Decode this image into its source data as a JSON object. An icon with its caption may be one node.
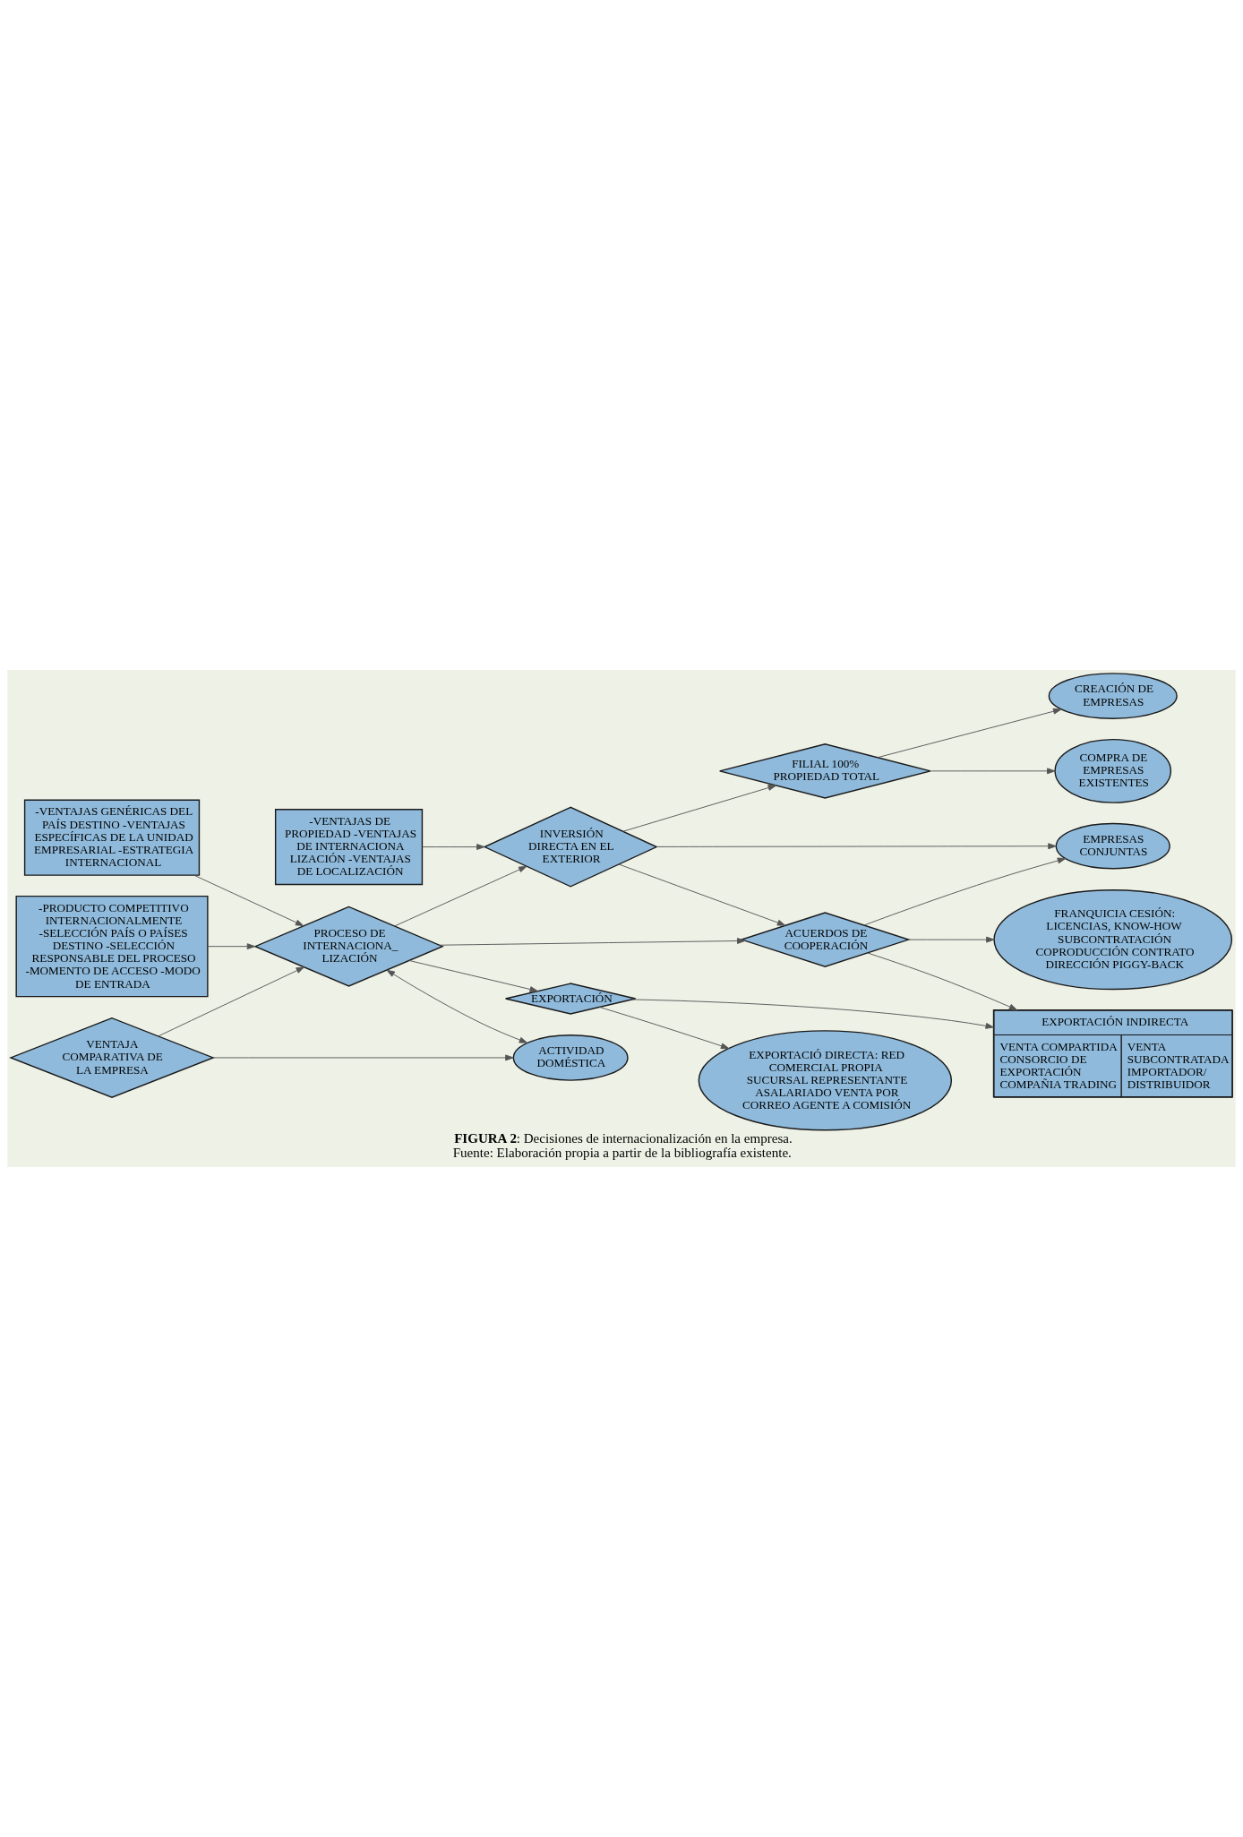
{
  "diagram": {
    "caption": "**FIGURA 2**: Decisiones de internacionalización en la empresa. Fuente: Elaboración propia a partir de la bibliografía existente.",
    "nodes": [
      {
        "text": [
          "EXPORTACIÓ DIRECTA: RED COMERCIAL PROPIA SUCURSAL REPRESENTANTE ASALARIADO VENTA POR CORREO AGENTE A COMISIÓN"
        ]
      },
      {
        "text": [
          "FRANQUICIA CESIÓN: LICENCIAS, KNOW-HOW SUBCONTRATACIÓN COPRODUCCIÓN CONTRATO DIRECCIÓN PIGGY-BACK"
        ]
      },
      {
        "text": [
          "COMPRA DE EMPRESAS EXISTENTES"
        ]
      },
      {
        "text": [
          "CREACIÓN DE EMPRESAS"
        ]
      },
      {
        "text": [
          "EXPORTACIÓN INDIRECTA",
          "VENTA COMPARTIDA CONSORCIO DE EXPORTACIÓN COMPAÑIA TRADING",
          "VENTA SUBCONTRATADA IMPORTADOR/ DISTRIBUIDOR"
        ]
      },
      {
        "text": [
          "EMPRESAS CONJUNTAS"
        ]
      },
      {
        "text": [
          "FILIAL 100% PROPIEDAD TOTAL"
        ]
      },
      {
        "text": [
          "EXPORTACIÓN"
        ]
      },
      {
        "text": [
          "ACUERDOS DE COOPERACIÓN"
        ]
      },
      {
        "text": [
          "INVERSIÓN DIRECTA EN EL EXTERIOR"
        ]
      },
      {
        "text": [
          "-VENTAJAS DE PROPIEDAD -VENTAJAS DE INTERNACIONA LIZACIÓN -VENTAJAS DE LOCALIZACIÓN"
        ]
      },
      {
        "text": [
          "-VENTAJAS GENÉRICAS DEL PAÍS DESTINO -VENTAJAS ESPECÍFICAS DE LA UNIDAD EMPRESARIAL -ESTRATEGIA INTERNACIONAL"
        ]
      },
      {
        "text": [
          "PROCESO DE INTERNACIONA_ LIZACIÓN"
        ]
      },
      {
        "text": [
          "-PRODUCTO COMPETITIVO INTERNACIONALMENTE -SELECCIÓN PAÍS O PAÍSES DESTINO -SELECCIÓN RESPONSABLE DEL PROCESO -MOMENTO DE ACCESO -MODO DE ENTRADA"
        ]
      },
      {
        "text": [
          "ACTIVIDAD DOMÉSTICA"
        ]
      },
      {
        "text": [
          "VENTAJA COMPARATIVA DE LA EMPRESA"
        ]
      }
    ],
    "edges": [
      {
        "from": 15,
        "to": 12,
        "arrow": "to"
      },
      {
        "from": 15,
        "to": 14,
        "arrow": "to"
      },
      {
        "from": 12,
        "to": 14,
        "arrow": "both"
      },
      {
        "from": 11,
        "to": 12,
        "arrow": "to"
      },
      {
        "from": 13,
        "to": 12,
        "arrow": "to"
      },
      {
        "from": 12,
        "to": 7,
        "arrow": "to"
      },
      {
        "from": 12,
        "to": 8,
        "arrow": "to"
      },
      {
        "from": 12,
        "to": 9,
        "arrow": "to"
      },
      {
        "from": 9,
        "to": 8,
        "arrow": "to"
      },
      {
        "from": 10,
        "to": 9,
        "arrow": "to"
      },
      {
        "from": 7,
        "to": 0,
        "arrow": "to"
      },
      {
        "from": 7,
        "to": 4,
        "arrow": "to"
      },
      {
        "from": 8,
        "to": 4,
        "arrow": "to"
      },
      {
        "from": 8,
        "to": 1,
        "arrow": "to"
      },
      {
        "from": 8,
        "to": 5,
        "arrow": "to"
      },
      {
        "from": 9,
        "to": 5,
        "arrow": "to"
      },
      {
        "from": 9,
        "to": 6,
        "arrow": "to"
      },
      {
        "from": 6,
        "to": 2,
        "arrow": "to"
      },
      {
        "from": 6,
        "to": 3,
        "arrow": "to"
      }
    ]
  }
}
